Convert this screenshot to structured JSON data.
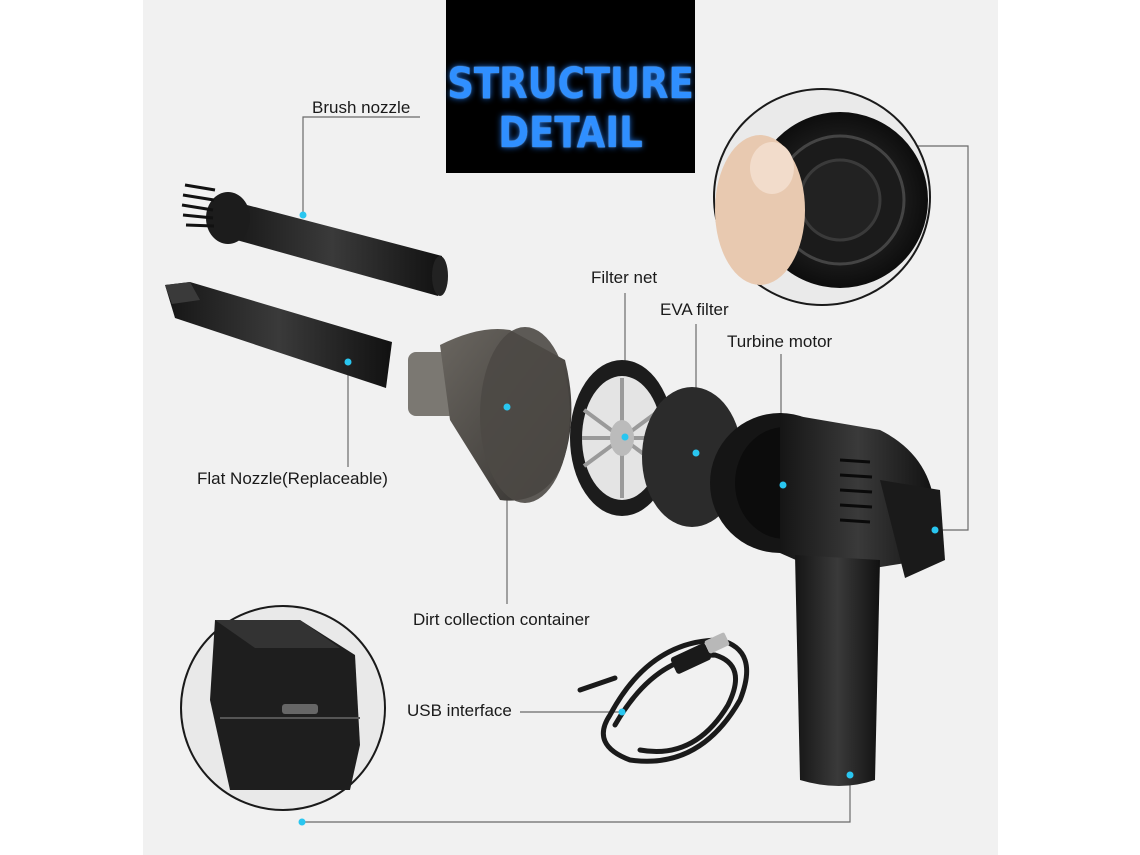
{
  "title": {
    "line1": "STRUCTURE",
    "line2": "DETAIL"
  },
  "labels": {
    "brush_nozzle": "Brush nozzle",
    "flat_nozzle": "Flat Nozzle(Replaceable)",
    "filter_net": "Filter net",
    "eva_filter": "EVA filter",
    "turbine_motor": "Turbine motor",
    "dirt_container": "Dirt collection container",
    "usb_interface": "USB interface"
  },
  "colors": {
    "title_text": "#2f8fff",
    "marker_dot": "#29c6f0",
    "leader_line": "#6a6a6a",
    "background_panel": "#f1f1f1"
  }
}
